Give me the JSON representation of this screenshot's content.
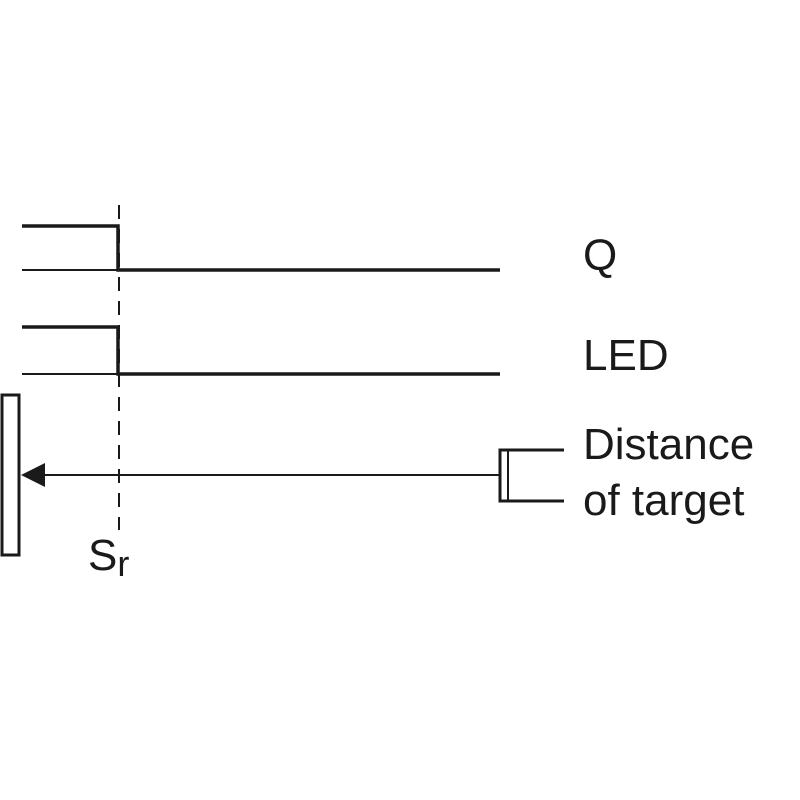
{
  "labels": {
    "q": "Q",
    "led": "LED",
    "distance_line1": "Distance",
    "distance_line2": "of target",
    "switching_distance_main": "S",
    "switching_distance_sub": "r"
  },
  "colors": {
    "stroke": "#1a1a1a",
    "background": "#ffffff"
  }
}
